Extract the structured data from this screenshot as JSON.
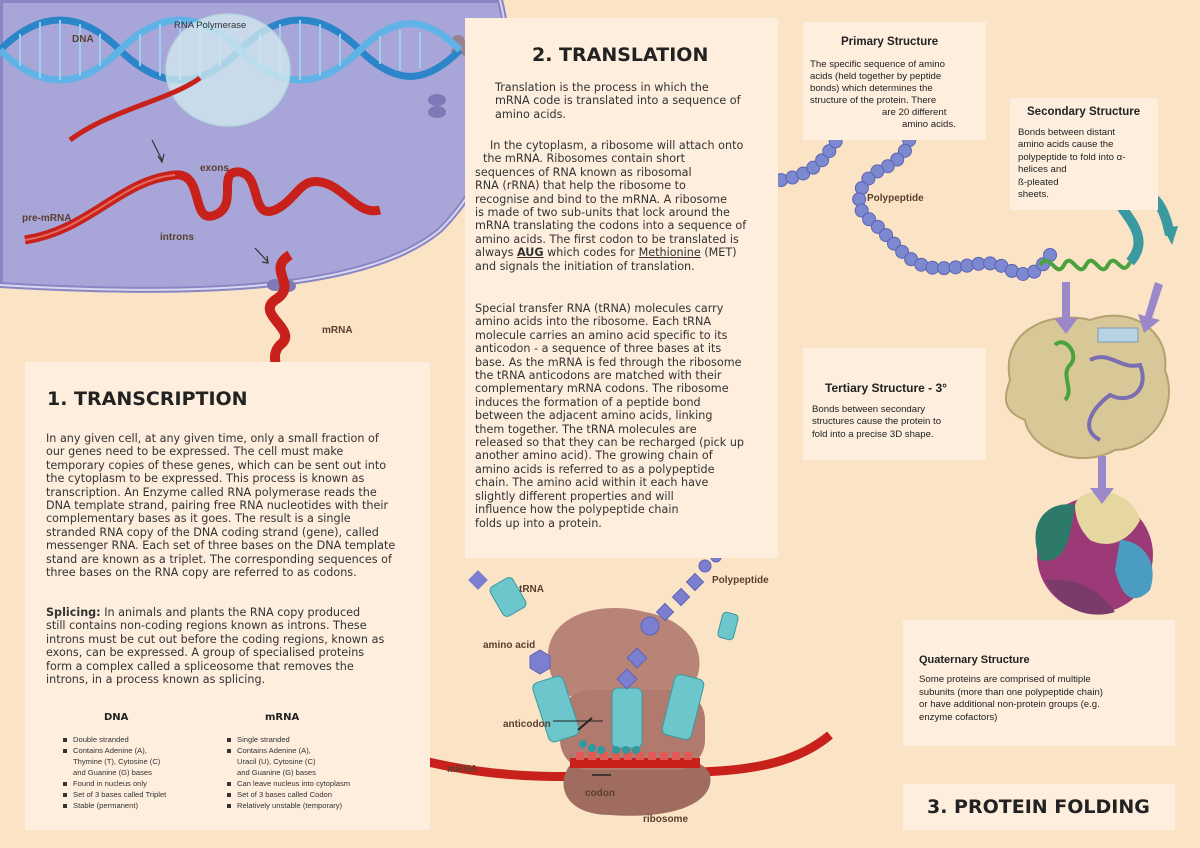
{
  "figure_labels": {
    "dna": "DNA",
    "rna_polymerase": "RNA Polymerase",
    "exons": "exons",
    "pre_mrna": "pre-mRNA",
    "introns": "introns",
    "mrna_top": "mRNA",
    "trna": "tRNA",
    "polypeptide_ribosome": "Polypeptide",
    "amino_acid": "amino acid",
    "anticodon": "anticodon",
    "mrna_bottom": "mRNA",
    "codon": "codon",
    "ribosome": "ribosome",
    "polypeptide_chain": "Polypeptide"
  },
  "transcription": {
    "title": "1. TRANSCRIPTION",
    "lines": [
      "In any given cell, at any given time, only a small fraction of",
      "our genes need to be expressed. The cell must make",
      "temporary copies of these genes, which can be sent out into",
      "the cytoplasm to be expressed. This process is known as",
      "transcription. An Enzyme called RNA polymerase reads the",
      "DNA template strand, pairing free RNA nucleotides with their",
      "complementary bases as it goes. The result is a single",
      "stranded RNA copy of the DNA coding strand (gene), called",
      "messenger RNA. Each set of three bases on the DNA template",
      "stand are known as a triplet. The corresponding sequences of",
      "three bases on the RNA copy are referred to as codons."
    ],
    "splicing_label": "Splicing:",
    "splicing_lines": [
      " In animals and plants the RNA copy produced",
      "still contains non-coding regions known as introns. These",
      "introns must be cut out before the coding regions, known as",
      "exons, can be expressed. A group of specialised proteins",
      "form a complex called a spliceosome that removes the",
      "introns, in a process known as splicing."
    ],
    "dna_heading": "DNA",
    "dna_items": [
      "Double stranded",
      "Contains Adenine (A),",
      "Thymine (T), Cytosine (C)",
      "and Guanine (G) bases",
      "Found in nucleus only",
      "Set of 3 bases called Triplet",
      "Stable (permanent)"
    ],
    "mrna_heading": "mRNA",
    "mrna_items": [
      "Single stranded",
      "Contains Adenine (A),",
      "Uracil (U), Cytosine (C)",
      "and Guanine (G) bases",
      "Can leave nucleus into cytoplasm",
      "Set of 3 bases called Codon",
      "Relatively unstable (temporary)"
    ]
  },
  "translation": {
    "title": "2. TRANSLATION",
    "p1": [
      "Translation is the process in which the",
      "mRNA code is translated into a sequence of",
      "amino acids."
    ],
    "p2": [
      "In the cytoplasm, a ribosome will attach onto",
      "the mRNA. Ribosomes contain short",
      "sequences of RNA known as ribosomal",
      "RNA (rRNA) that help the ribosome to",
      "recognise and bind to the mRNA. A ribosome",
      "is made of two sub-units that lock around the",
      "mRNA translating the codons into a sequence of",
      "amino acids. The first codon to be translated is"
    ],
    "p2_always": "always ",
    "aug": "AUG",
    "p2_codes": " which codes for ",
    "methionine": "Methionine",
    "p2_met": " (MET)",
    "p2_last": "and signals the initiation of translation.",
    "p3": [
      "Special transfer RNA (tRNA) molecules carry",
      "amino acids into the ribosome. Each tRNA",
      "molecule carries an amino acid specific to its",
      "anticodon - a sequence of three bases at its",
      "base. As the mRNA is fed through the ribosome",
      "the tRNA anticodons are matched with their",
      "complementary mRNA codons. The ribosome",
      "induces the formation of a peptide bond",
      "between the adjacent amino acids, linking",
      "them together. The tRNA molecules are",
      "released so that they can be recharged (pick up",
      "another amino acid). The growing chain of",
      "amino acids is referred to as a polypeptide",
      "chain. The amino acid within it each have",
      "slightly different properties and will",
      "influence  how the polypeptide chain",
      "folds up into a protein."
    ]
  },
  "primary": {
    "title": "Primary Structure",
    "lines": [
      "The specific sequence of amino",
      "acids (held together by peptide",
      "bonds) which determines the",
      "structure of the protein. There",
      "are 20 different",
      "amino acids."
    ]
  },
  "secondary": {
    "title": "Secondary Structure",
    "lines": [
      "Bonds between distant",
      "amino acids cause the",
      "polypeptide to fold into α-",
      "helices and",
      "ß-pleated",
      "sheets."
    ]
  },
  "tertiary": {
    "title": "Tertiary Structure - 3°",
    "lines": [
      "Bonds between secondary",
      "structures cause the protein to",
      "fold into a precise 3D shape."
    ]
  },
  "quaternary": {
    "title": "Quaternary Structure",
    "lines": [
      "Some proteins are comprised of multiple",
      "subunits (more than one polypeptide chain)",
      "or have additional non-protein groups (e.g.",
      "enzyme cofactors)"
    ]
  },
  "folding": {
    "title": "3. PROTEIN FOLDING"
  },
  "colors": {
    "nucleus": "#a8a6d8",
    "mrna": "#c8211c",
    "dna_strand": "#2a86c8",
    "bead": "#7c88d0",
    "helix": "#4aa23c",
    "arrow": "#9a88c8",
    "trna": "#6cc6cc",
    "ribosome": "#b07a6e"
  }
}
